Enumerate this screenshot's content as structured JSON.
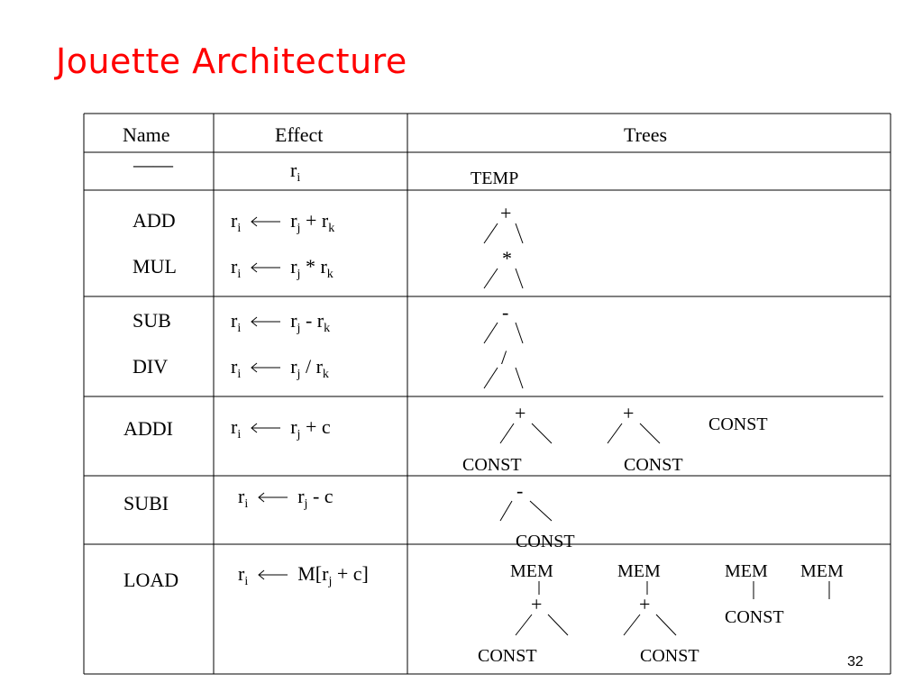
{
  "slide": {
    "title": "Jouette Architecture",
    "page_number": "32"
  },
  "table": {
    "headers": [
      "Name",
      "Effect",
      "Trees"
    ],
    "rows": [
      {
        "name": "——",
        "effect": {
          "r": "r",
          "i": "i"
        },
        "trees": [
          "TEMP"
        ]
      },
      {
        "name": "ADD",
        "op": "+"
      },
      {
        "name": "MUL",
        "op": "*"
      },
      {
        "name": "SUB",
        "op": "-"
      },
      {
        "name": "DIV",
        "op": "/"
      },
      {
        "name": "ADDI",
        "op": "+",
        "operand": "c",
        "leaf": "CONST"
      },
      {
        "name": "SUBI",
        "op": "-",
        "operand": "c",
        "leaf": "CONST"
      },
      {
        "name": "LOAD",
        "mem": "MEM",
        "open": "M[r",
        "plus": "+ c]",
        "leaf": "CONST",
        "op": "+"
      }
    ]
  },
  "sym": {
    "r": "r",
    "i": "i",
    "j": "j",
    "k": "k"
  }
}
